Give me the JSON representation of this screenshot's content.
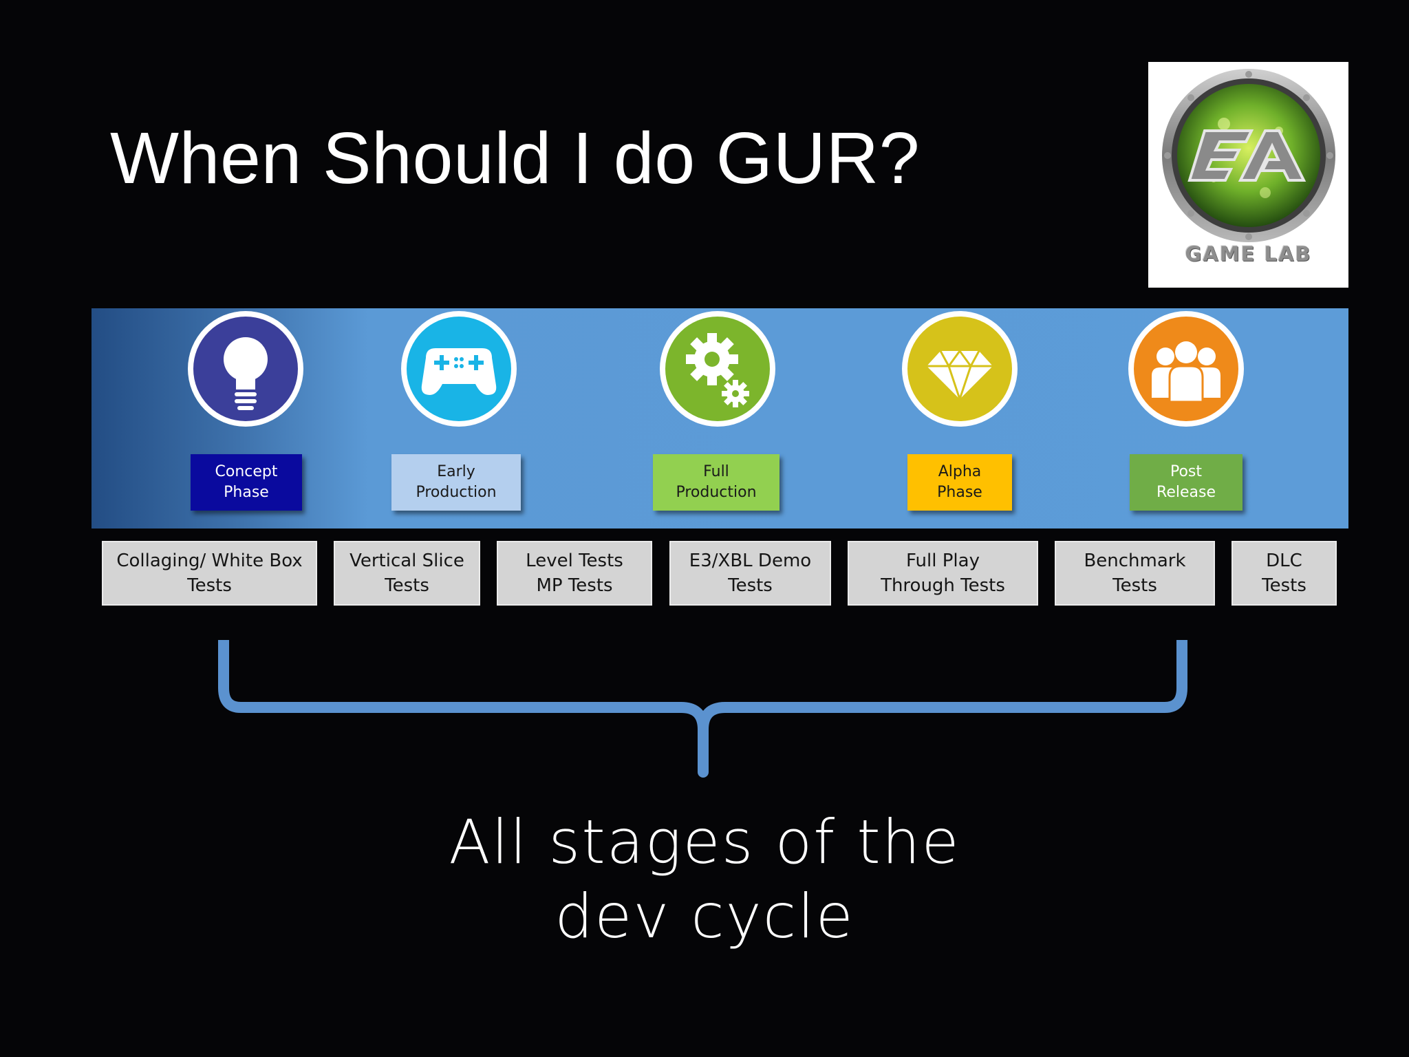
{
  "slide": {
    "title": "When Should I do GUR?",
    "caption": "All stages of the\ndev cycle"
  },
  "logo": {
    "text": "GAME LAB",
    "emblem": "EA"
  },
  "phases": [
    {
      "label": "Concept\nPhase",
      "icon": "lightbulb-icon",
      "circle_color": "#3b3f9a",
      "label_bg": "#0a0a9e",
      "label_color": "#ffffff"
    },
    {
      "label": "Early\nProduction",
      "icon": "gamepad-icon",
      "circle_color": "#19b4e6",
      "label_bg": "#b4cfee",
      "label_color": "#1a1a1a"
    },
    {
      "label": "Full\nProduction",
      "icon": "gears-icon",
      "circle_color": "#7cb52c",
      "label_bg": "#92d050",
      "label_color": "#1a1a1a"
    },
    {
      "label": "Alpha\nPhase",
      "icon": "diamond-icon",
      "circle_color": "#d6c21a",
      "label_bg": "#ffc000",
      "label_color": "#1a1a1a"
    },
    {
      "label": "Post\nRelease",
      "icon": "people-icon",
      "circle_color": "#ef8a1a",
      "label_bg": "#70ad47",
      "label_color": "#ffffff"
    }
  ],
  "tests": [
    "Collaging/ White Box\nTests",
    "Vertical Slice\nTests",
    "Level Tests\nMP Tests",
    "E3/XBL Demo\nTests",
    "Full Play\nThrough Tests",
    "Benchmark\nTests",
    "DLC\nTests"
  ],
  "colors": {
    "band": "#5d9cd8",
    "brace": "#5b92cf",
    "test_box": "#d4d4d4"
  }
}
